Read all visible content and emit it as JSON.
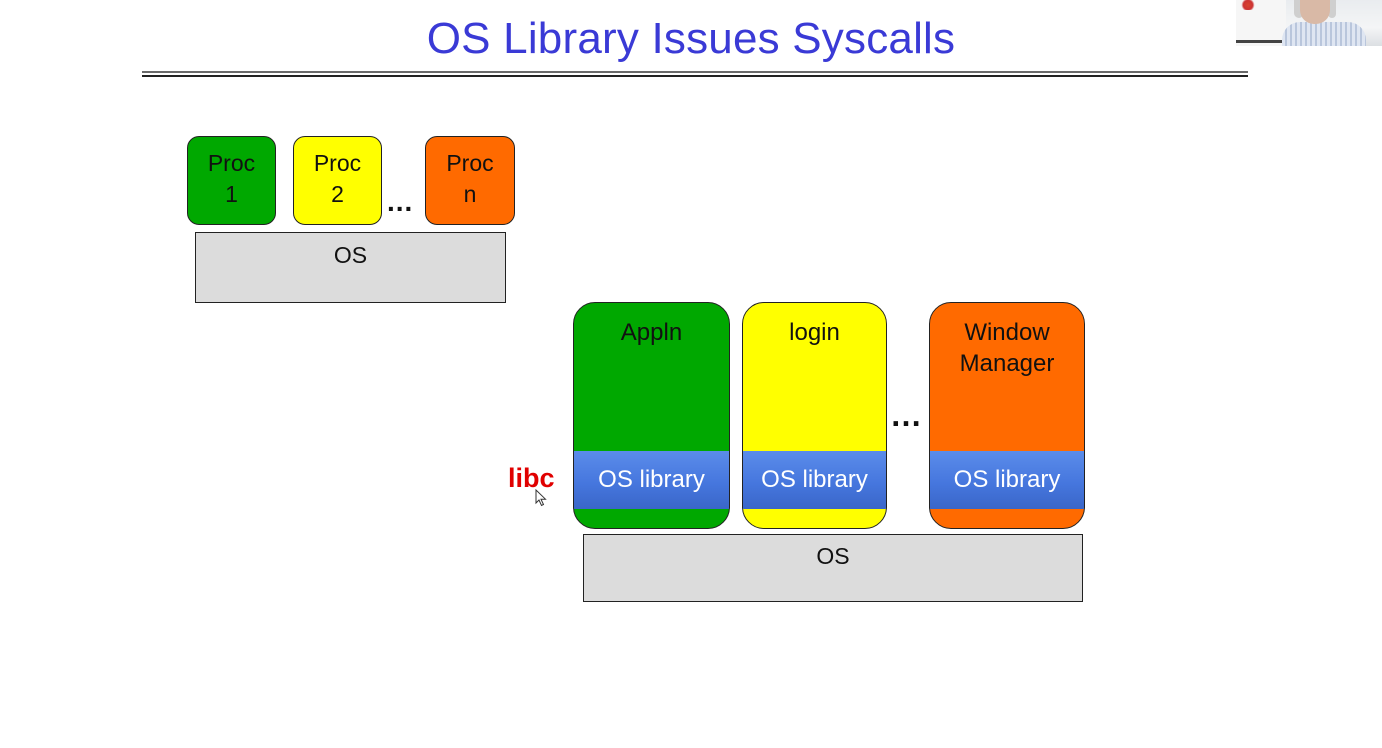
{
  "title": "OS Library Issues Syscalls",
  "top_diagram": {
    "procs": [
      {
        "line1": "Proc",
        "line2": "1"
      },
      {
        "line1": "Proc",
        "line2": "2"
      },
      {
        "line1": "Proc",
        "line2": "n"
      }
    ],
    "ellipsis": "...",
    "os_label": "OS"
  },
  "bottom_diagram": {
    "procs": [
      {
        "line1": "Appln",
        "line2": "",
        "lib": "OS library"
      },
      {
        "line1": "login",
        "line2": "",
        "lib": "OS library"
      },
      {
        "line1": "Window",
        "line2": "Manager",
        "lib": "OS library"
      }
    ],
    "ellipsis": "…",
    "os_label": "OS",
    "libc_label": "libc"
  },
  "colors": {
    "title": "#3a3ad6",
    "green": "#00a800",
    "yellow": "#ffff00",
    "orange": "#ff6a00",
    "os_gray": "#dcdcdc",
    "library_blue": "#4677de",
    "libc_red": "#e00000"
  },
  "icons": [
    "mouse-cursor-icon"
  ]
}
